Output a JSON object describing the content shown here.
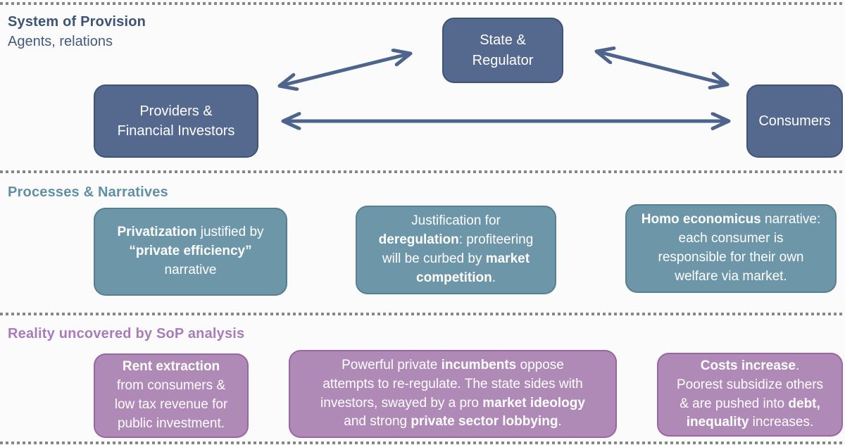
{
  "colors": {
    "background": "#fbfbfb",
    "agent_box_fill": "#55688e",
    "agent_box_border": "#3f5375",
    "narrative_box_fill": "#6d96a9",
    "narrative_box_border": "#54808f",
    "reality_box_fill": "#b08ab7",
    "reality_box_border": "#9966a4",
    "arrow": "#4d648d",
    "dotted_separator": "#878787",
    "agents_title_color": "#3d5277",
    "narratives_title_color": "#6090a8",
    "reality_title_color": "#a87cb8",
    "box_text_color": "#ffffff"
  },
  "agents_section": {
    "title": "System of Provision",
    "subtitle": "Agents, relations",
    "nodes": {
      "providers": [
        {
          "t": "Providers &"
        },
        {
          "br": true
        },
        {
          "t": "Financial Investors"
        }
      ],
      "state": [
        {
          "t": "State &"
        },
        {
          "br": true
        },
        {
          "t": "Regulator"
        }
      ],
      "consumers": [
        {
          "t": "Consumers"
        }
      ]
    }
  },
  "narratives_section": {
    "title": "Processes & Narratives",
    "boxes": {
      "privatization": [
        {
          "t": "Privatization",
          "b": true
        },
        {
          "t": " justified by"
        },
        {
          "br": true
        },
        {
          "t": "“private efficiency”",
          "b": true
        },
        {
          "br": true
        },
        {
          "t": "narrative"
        }
      ],
      "deregulation": [
        {
          "t": "Justification for"
        },
        {
          "br": true
        },
        {
          "t": "deregulation",
          "b": true
        },
        {
          "t": ": profiteering"
        },
        {
          "br": true
        },
        {
          "t": "will be curbed by "
        },
        {
          "t": "market",
          "b": true
        },
        {
          "br": true
        },
        {
          "t": "competition",
          "b": true
        },
        {
          "t": "."
        }
      ],
      "homo_economicus": [
        {
          "t": "Homo economicus",
          "b": true
        },
        {
          "t": " narrative:"
        },
        {
          "br": true
        },
        {
          "t": "each consumer is"
        },
        {
          "br": true
        },
        {
          "t": "responsible for their own"
        },
        {
          "br": true
        },
        {
          "t": "welfare via market."
        }
      ]
    }
  },
  "reality_section": {
    "title": "Reality uncovered by SoP analysis",
    "boxes": {
      "rent_extraction": [
        {
          "t": "Rent extraction",
          "b": true
        },
        {
          "br": true
        },
        {
          "t": "from consumers &"
        },
        {
          "br": true
        },
        {
          "t": "low tax revenue for"
        },
        {
          "br": true
        },
        {
          "t": "public investment."
        }
      ],
      "incumbents": [
        {
          "t": "Powerful private "
        },
        {
          "t": "incumbents",
          "b": true
        },
        {
          "t": " oppose"
        },
        {
          "br": true
        },
        {
          "t": "attempts to re-regulate. The state sides with"
        },
        {
          "br": true
        },
        {
          "t": "investors, swayed by a pro "
        },
        {
          "t": "market ideology",
          "b": true
        },
        {
          "br": true
        },
        {
          "t": "and strong "
        },
        {
          "t": "private sector lobbying",
          "b": true
        },
        {
          "t": "."
        }
      ],
      "costs_increase": [
        {
          "t": "Costs increase",
          "b": true
        },
        {
          "t": "."
        },
        {
          "br": true
        },
        {
          "t": "Poorest subsidize others"
        },
        {
          "br": true
        },
        {
          "t": "& are pushed into "
        },
        {
          "t": "debt,",
          "b": true
        },
        {
          "br": true
        },
        {
          "t": "inequality",
          "b": true
        },
        {
          "t": " increases."
        }
      ]
    }
  }
}
